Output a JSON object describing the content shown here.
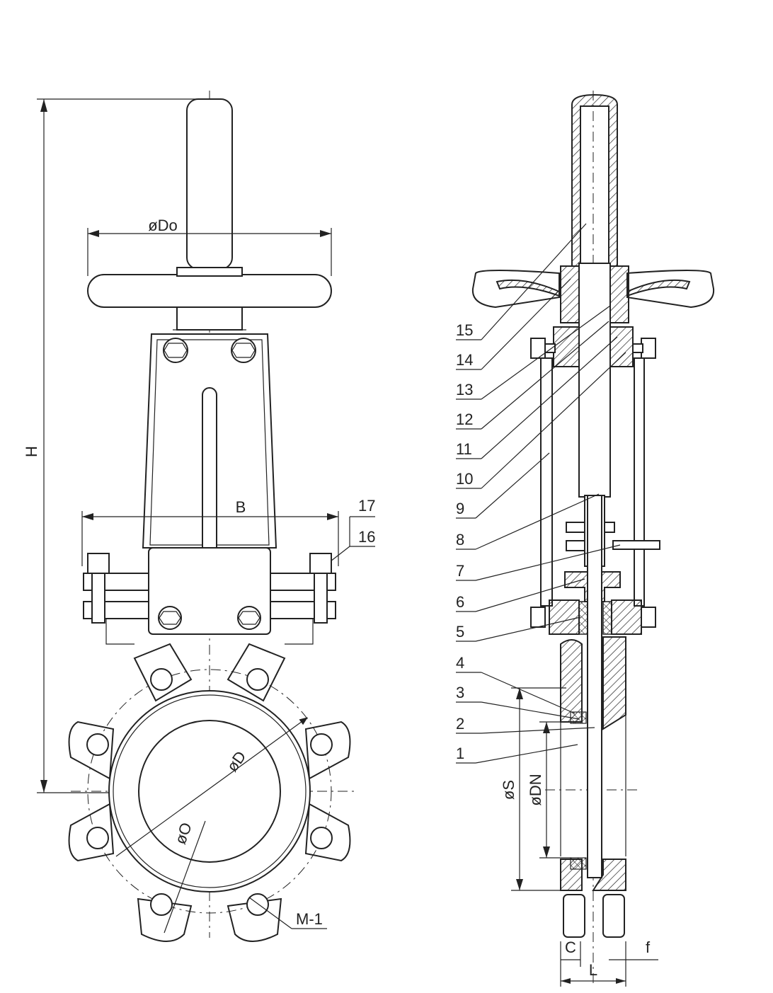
{
  "dimensions": {
    "H": "H",
    "Do": "øDo",
    "B": "B",
    "D": "øD",
    "O": "øO",
    "M": "M-1",
    "S": "øS",
    "DN": "øDN",
    "C": "C",
    "L": "L",
    "f": "f"
  },
  "parts": [
    "15",
    "14",
    "13",
    "12",
    "11",
    "10",
    "9",
    "8",
    "7",
    "6",
    "5",
    "4",
    "3",
    "2",
    "1"
  ],
  "top_parts": [
    "17",
    "16"
  ]
}
